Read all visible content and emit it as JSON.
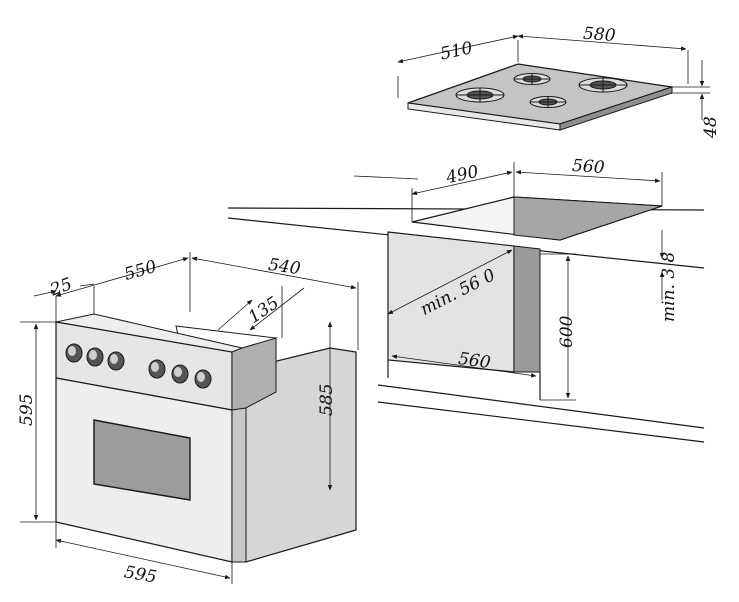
{
  "labels": {
    "hob_depth": "510",
    "hob_width": "580",
    "hob_height": "48",
    "cutout_depth": "490",
    "cutout_width": "560",
    "min_clearance": "min. 3 8",
    "cabinet_depth": "min. 56 0",
    "cabinet_width": "560",
    "cabinet_height": "600",
    "oven_depth": "550",
    "oven_width": "540",
    "oven_front_offset": "25",
    "oven_panel": "135",
    "oven_front_height": "595",
    "oven_body_height": "585",
    "oven_front_width": "595"
  },
  "colors": {
    "line": "#1a1a1a",
    "panel_light": "#eeeeee",
    "panel_mid": "#d6d6d6",
    "panel_dark": "#9a9a9a",
    "cavity": "#a6a6a6",
    "window": "#9c9c9c",
    "hob_top": "#c4c4c4"
  }
}
